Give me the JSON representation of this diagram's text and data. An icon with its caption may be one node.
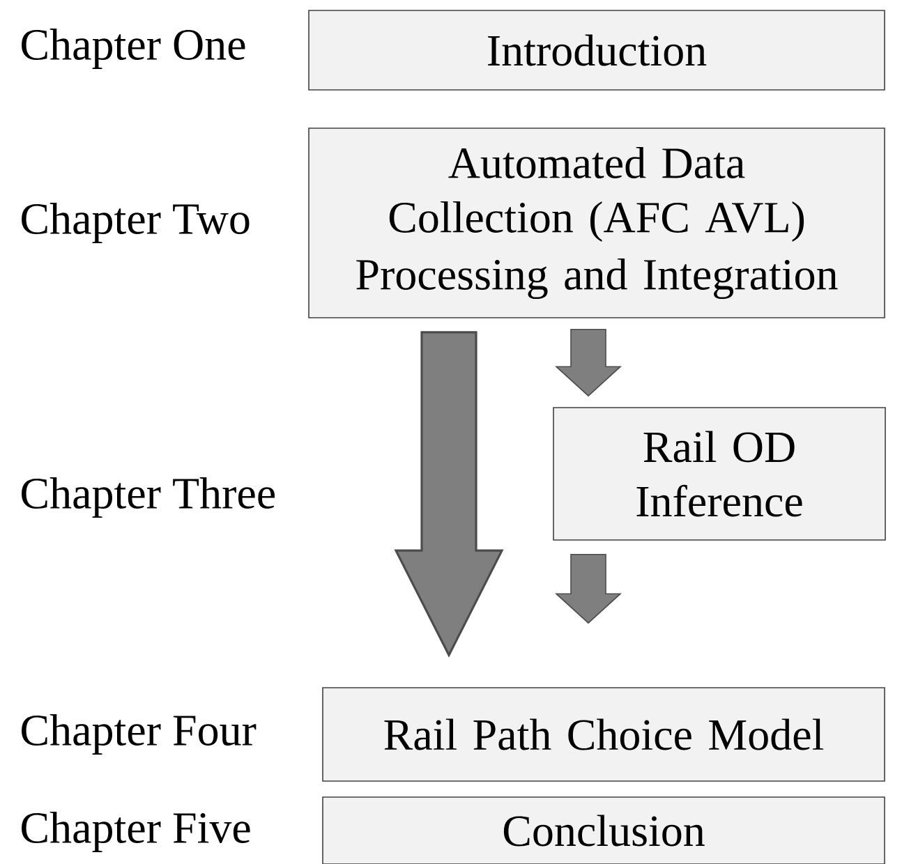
{
  "diagram": {
    "nodes": [
      {
        "text": [
          "Introduction"
        ]
      },
      {
        "text": [
          "Automated Data Collection (AFC AVL)",
          "Processing and Integration"
        ]
      },
      {
        "text": [
          "Rail OD Inference"
        ]
      },
      {
        "text": [
          "Rail Path Choice Model"
        ]
      },
      {
        "text": [
          "Conclusion"
        ]
      }
    ],
    "edges": [
      {
        "from": 1,
        "to": 2,
        "arrow": "to"
      },
      {
        "from": 2,
        "to": 3,
        "arrow": "to"
      },
      {
        "from": 1,
        "to": 3,
        "arrow": "to",
        "style": "thick"
      }
    ],
    "labels": [
      "Chapter One",
      "Chapter Two",
      "Chapter Three",
      "Chapter Four",
      "Chapter Five"
    ]
  }
}
